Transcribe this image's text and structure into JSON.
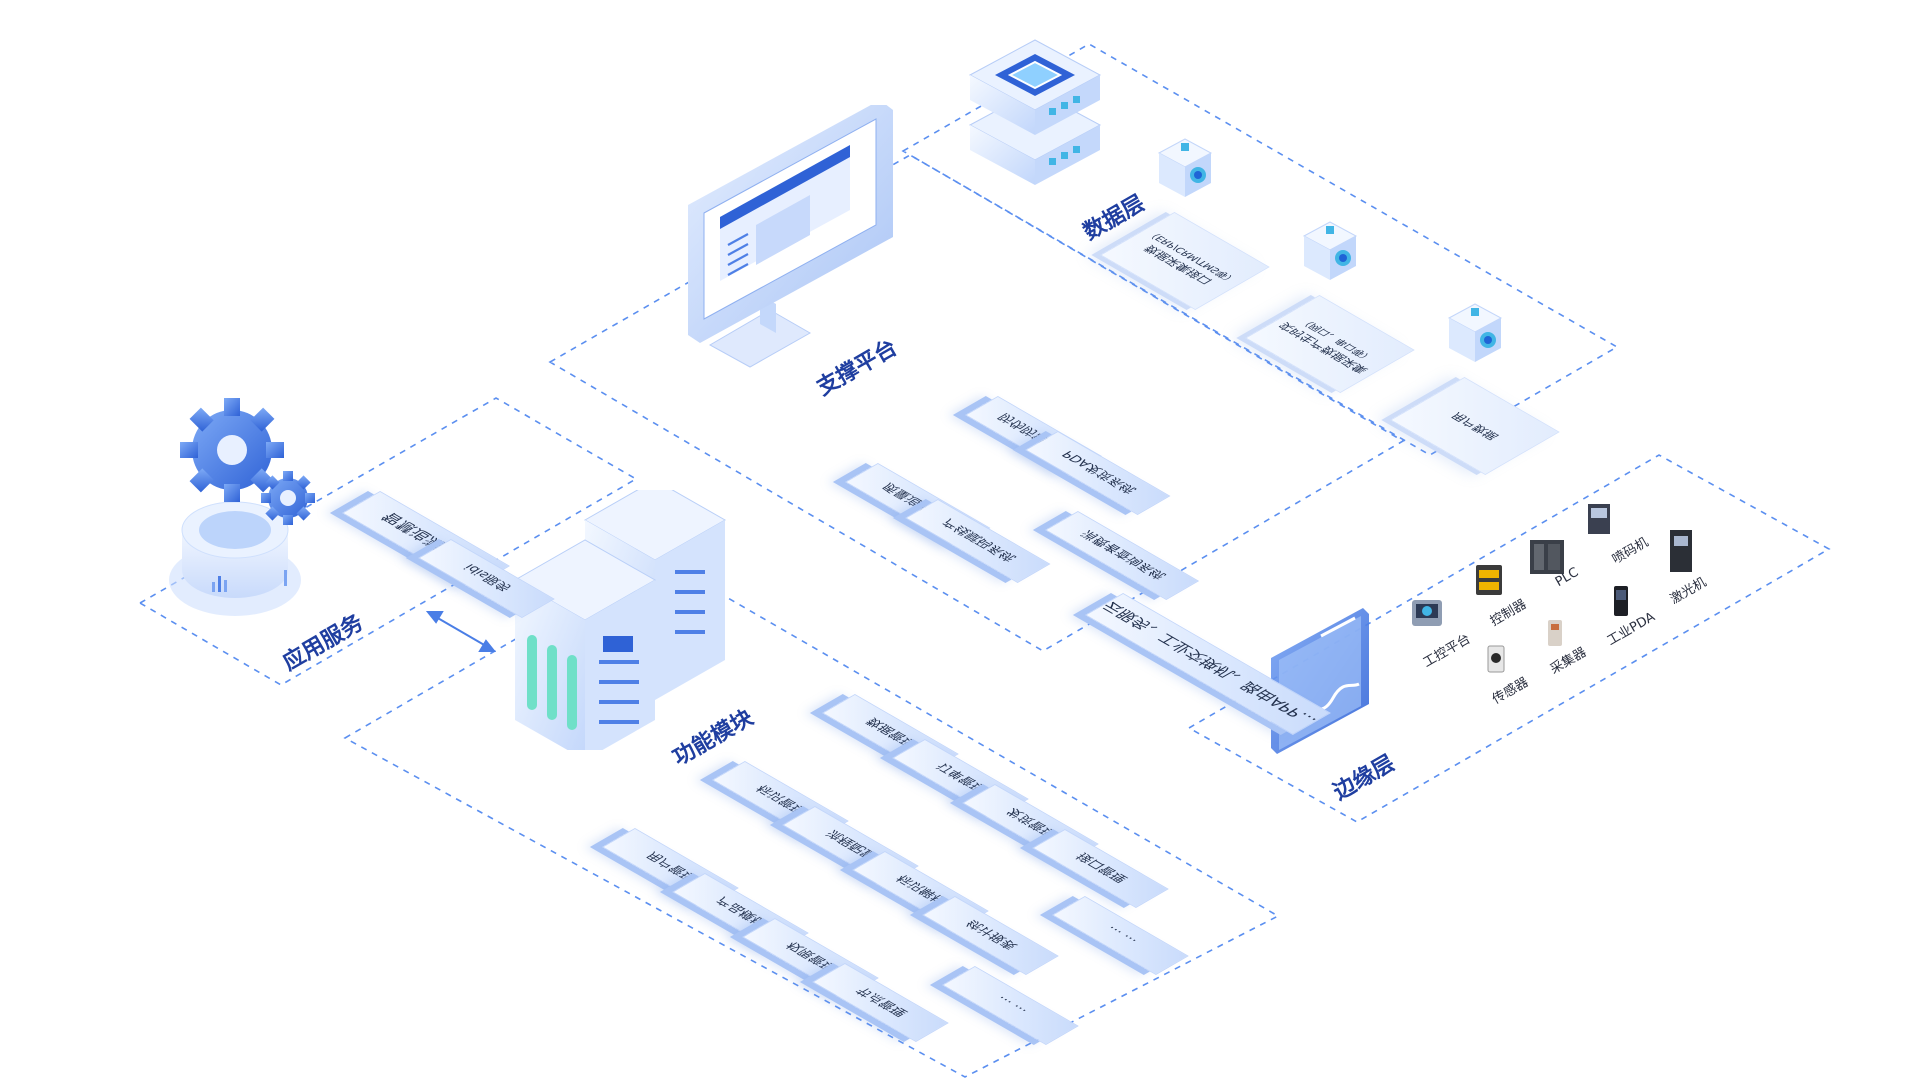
{
  "colors": {
    "accent": "#1f3ea0",
    "dashed_border": "#5b8ff0",
    "block_face": "#dbe8fe",
    "block_side": "#a9c4f5",
    "text": "#24324e"
  },
  "application_service": {
    "title": "应用服务",
    "items": [
      "智慧追溯系统",
      "idis服务"
    ],
    "icon": "gear-icon"
  },
  "support_platform": {
    "title": "支撑平台",
    "items": [
      "防伪防窜系统",
      "PDA发货系统",
      "质量追溯系统",
      "产线赋码系统",
      "消费者查询系统",
      "云服务、工业交换机、路由APP…"
    ],
    "icon": "monitor-icon"
  },
  "data_layer": {
    "title": "数据层",
    "items": [
      {
        "line1": "数据采集接口",
        "line2": "（ERP/CRM/TMS等）"
      },
      {
        "line1": "实时生产数据采集",
        "line2": "（网口、串口等）"
      },
      {
        "line1": "用户数据",
        "line2": ""
      }
    ],
    "icon": "database-icon"
  },
  "function_modules": {
    "title": "功能模块",
    "items": [
      "数据管理",
      "订单管理",
      "标识管理",
      "发货管理",
      "流程配置",
      "接口管理",
      "用户管理",
      "标识解析",
      "产品模板",
      "统计报表",
      "权限管理",
      "… …",
      "节点管理",
      "… …"
    ],
    "icon": "server-icon"
  },
  "edge_layer": {
    "title": "边缘层",
    "devices": [
      "工控平台",
      "控制器",
      "PLC",
      "喷码机",
      "传感器",
      "采集器",
      "工业PDA",
      "激光机"
    ],
    "icon": "window-icon"
  }
}
